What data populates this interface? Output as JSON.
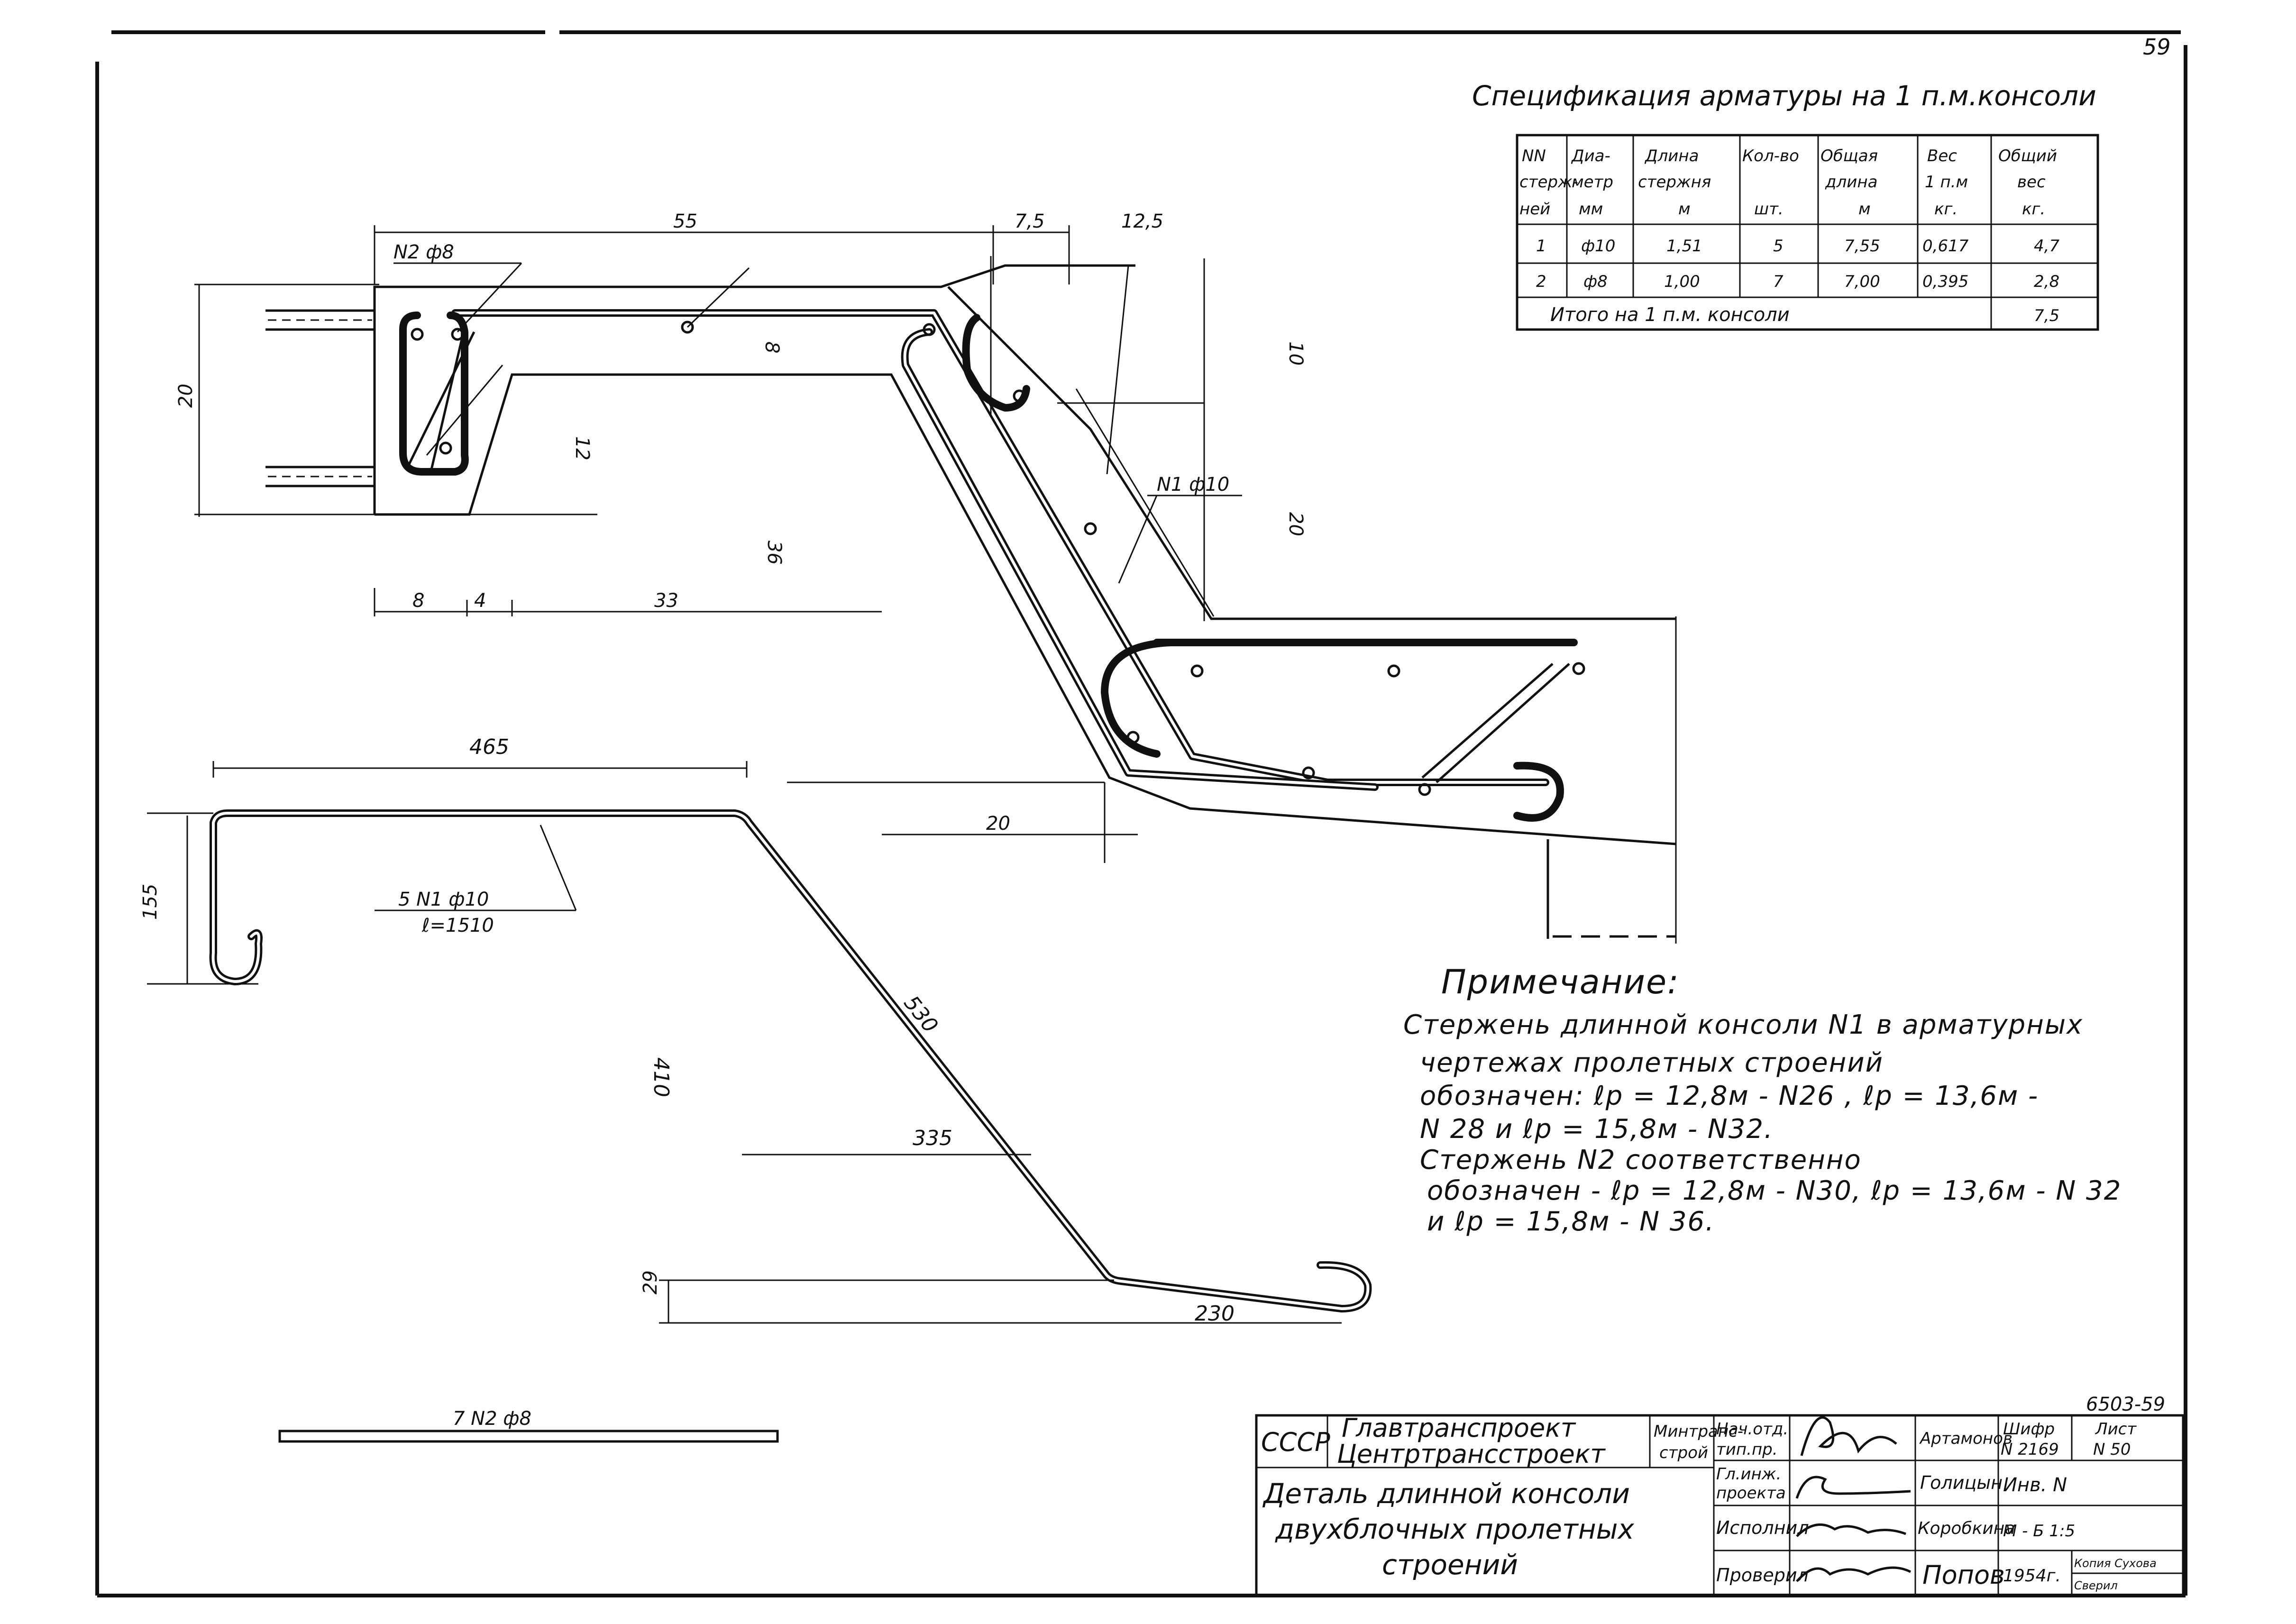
{
  "page": {
    "number": "59",
    "doc_code": "6503-59"
  },
  "spec": {
    "title": "Спецификация арматуры на 1 п.м.консоли",
    "headers": {
      "nn": [
        "NN",
        "стерж-",
        "ней"
      ],
      "diameter": [
        "Диа-",
        "метр",
        "мм"
      ],
      "length": [
        "Длина",
        "стержня",
        "м"
      ],
      "count": [
        "Кол-во",
        "",
        "шт."
      ],
      "total_length": [
        "Общая",
        "длина",
        "м"
      ],
      "weight": [
        "Вес",
        "1 п.м",
        "кг."
      ],
      "total_weight": [
        "Общий",
        "вес",
        "кг."
      ]
    },
    "rows": [
      {
        "nn": "1",
        "diameter": "ф10",
        "length": "1,51",
        "count": "5",
        "total_length": "7,55",
        "weight": "0,617",
        "total_weight": "4,7"
      },
      {
        "nn": "2",
        "diameter": "ф8",
        "length": "1,00",
        "count": "7",
        "total_length": "7,00",
        "weight": "0,395",
        "total_weight": "2,8"
      }
    ],
    "total": {
      "label": "Итого на 1 п.м. консоли",
      "value": "7,5"
    }
  },
  "section": {
    "dims": {
      "top_55": "55",
      "top_7_5": "7,5",
      "top_12_5": "12,5",
      "left_20": "20",
      "inner_8": "8",
      "inner_12": "12",
      "inner_36": "36",
      "right_10": "10",
      "right_20": "20",
      "bot_8": "8",
      "bot_4": "4",
      "bot_33": "33",
      "lower_20": "20"
    },
    "callouts": {
      "n2": "N2 ф8",
      "n1": "N1 ф10"
    }
  },
  "bar_n1": {
    "dims": {
      "d465": "465",
      "d155": "155",
      "d530": "530",
      "d410": "410",
      "d335": "335",
      "d29": "29",
      "d230": "230"
    },
    "label_top": "5 N1 ф10",
    "label_bottom": "ℓ=1510"
  },
  "bar_n2": {
    "label": "7 N2 ф8"
  },
  "note": {
    "title": "Примечание:",
    "lines": [
      "Стержень длинной консоли N1 в арматурных",
      "чертежах пролетных строений",
      "обозначен: ℓр = 12,8м - N26 , ℓр = 13,6м -",
      "N 28  и  ℓр = 15,8м  -  N32.",
      "Стержень N2  соответственно",
      "обозначен - ℓр = 12,8м - N30, ℓр = 13,6м - N 32",
      "и   ℓр = 15,8м  -  N 36."
    ]
  },
  "stamp": {
    "ussr": "СССР",
    "org1": "Главтранспроект",
    "org2": "Центртрансстроект",
    "ministry": [
      "Минтранс-",
      "строй"
    ],
    "title": [
      "Деталь длинной консоли",
      "двухблочных пролетных",
      "строений"
    ],
    "roles": [
      {
        "role": [
          "Нач.отд.",
          "тип.пр."
        ],
        "name": "Артамонов"
      },
      {
        "role": [
          "Гл.инж.",
          "проекта"
        ],
        "name": "Голицын"
      },
      {
        "role": [
          "Исполнил"
        ],
        "name": "Коробкина"
      },
      {
        "role": [
          "Проверил"
        ],
        "name": "Попов"
      }
    ],
    "cipher": [
      "Шифр",
      "N 2169"
    ],
    "sheet": [
      "Лист",
      "N 50"
    ],
    "inv": "Инв. N",
    "scale": "М - Б  1:5",
    "year": "1954г.",
    "copy": [
      "Копия Сухова",
      "Сверил"
    ]
  }
}
